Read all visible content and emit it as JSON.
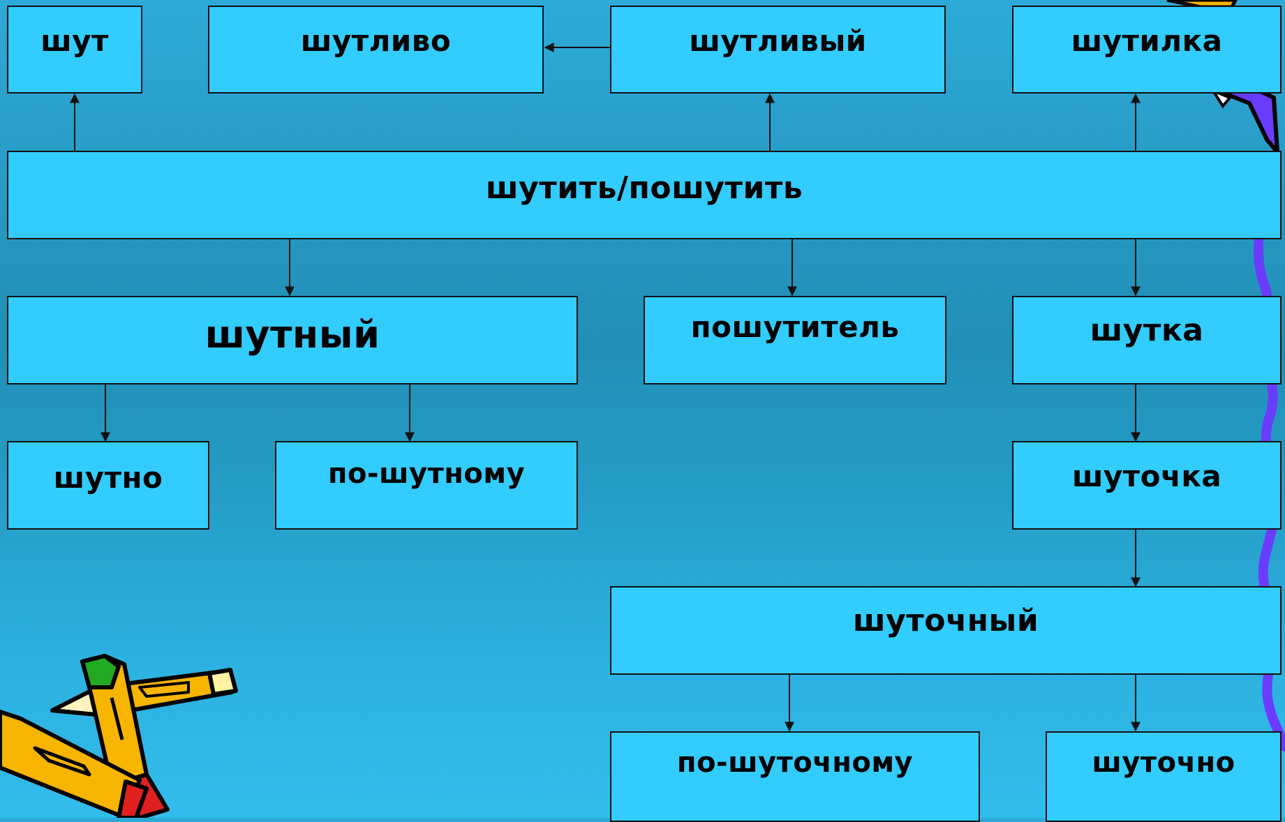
{
  "diagram": {
    "nodes": {
      "shut": "шут",
      "shutlivo": "шутливо",
      "shutlivyi": "шутливый",
      "shutilka": "шутилка",
      "shutit": "шутить/пошутить",
      "shutnyi": "шутный",
      "poshutitel": "пошутитель",
      "shutka": "шутка",
      "shutno": "шутно",
      "po_shutnomu": "по-шутному",
      "shutochka": "шуточка",
      "shutochnyi": "шуточный",
      "po_shutochnomu": "по-шуточному",
      "shutochno": "шуточно"
    }
  },
  "colors": {
    "box_fill": "#33ccff",
    "box_border": "#111111",
    "background": "#2aa3d0",
    "squiggle": "#6a3cff",
    "pencil_body": "#f7b500",
    "pencil_eraser": "#22aa22",
    "pencil_tip": "#e02020"
  },
  "icons": [
    "pencils-clipart-icon",
    "pencil-corner-clipart-icon"
  ]
}
